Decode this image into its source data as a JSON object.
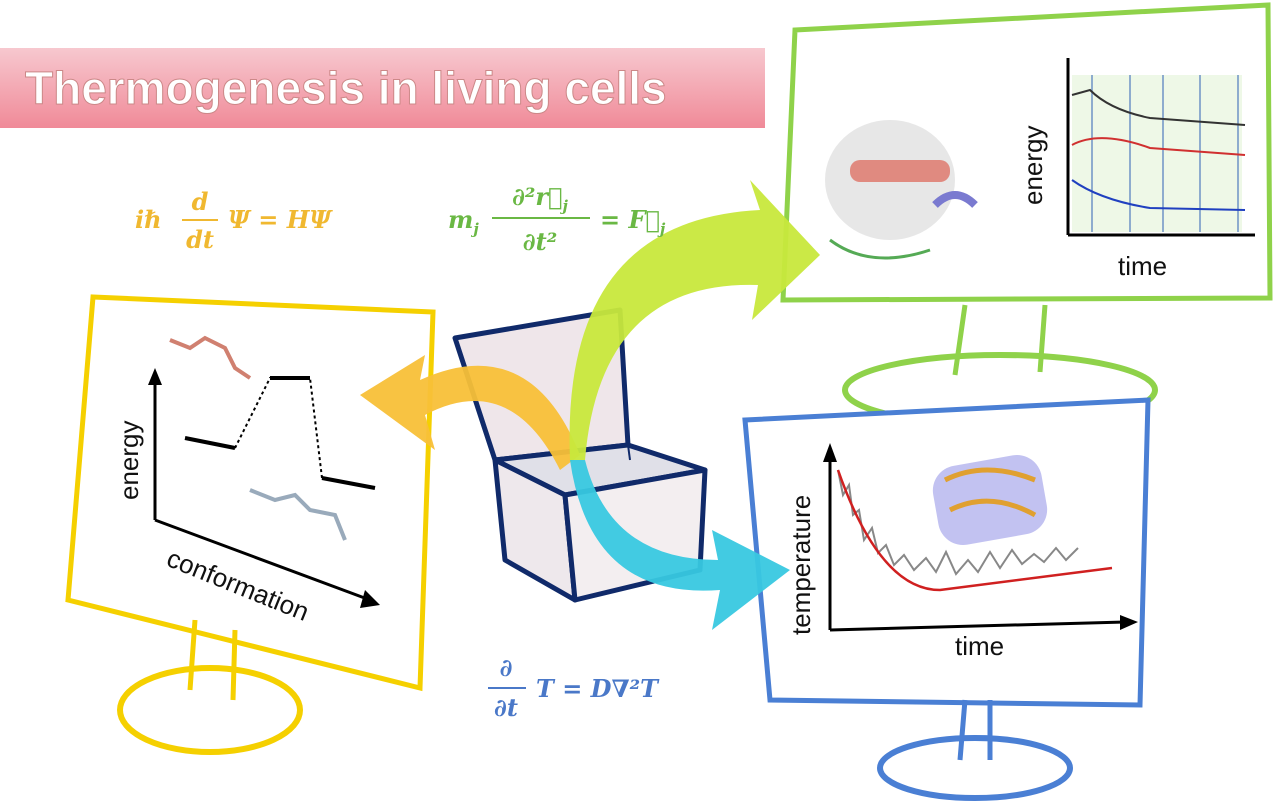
{
  "title": "Thermogenesis in living cells",
  "equations": {
    "schrodinger": {
      "lhs_prefix": "iℏ",
      "num": "d",
      "den": "dt",
      "rhs": "Ψ = HΨ",
      "color": "#f0b830"
    },
    "newton": {
      "prefix": "m",
      "prefix_sub": "j",
      "num": "∂²r⃗",
      "num_sub": "j",
      "den": "∂t²",
      "rhs": "= F⃗",
      "rhs_sub": "j",
      "color": "#6ab844"
    },
    "diffusion": {
      "num": "∂",
      "den": "∂t",
      "rhs": "T = D∇²T",
      "color": "#4a78c8"
    }
  },
  "panels": {
    "quantum": {
      "ylabel": "energy",
      "xlabel": "conformation",
      "color": "#f5d000"
    },
    "md": {
      "ylabel": "energy",
      "xlabel": "time",
      "color": "#8fd24a"
    },
    "heat": {
      "ylabel": "temperature",
      "xlabel": "time",
      "color": "#4a7fd4"
    }
  },
  "arrows": {
    "yellow": "#f8c038",
    "green": "#c8e83c",
    "cyan": "#38c8e0"
  },
  "box_color": "#102a6a"
}
